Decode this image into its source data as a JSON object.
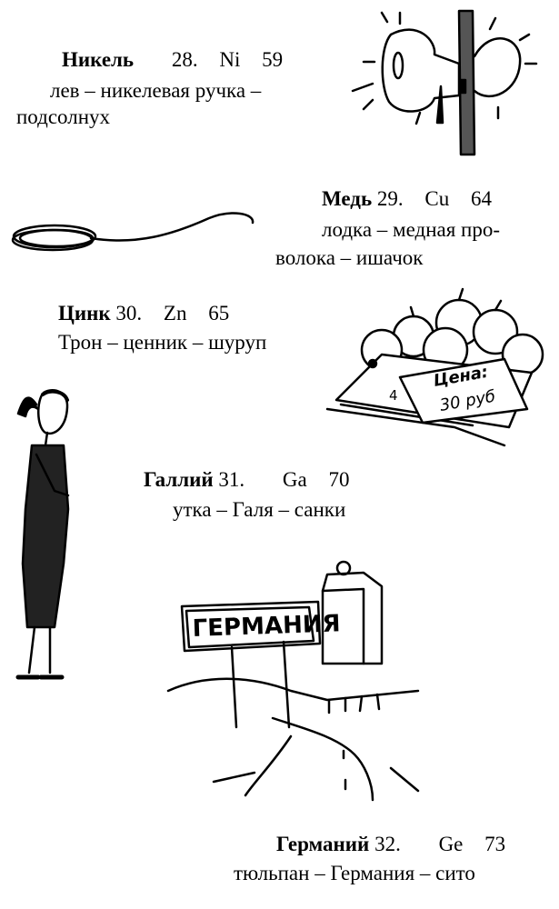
{
  "entries": [
    {
      "name": "Никель",
      "number": "28.",
      "symbol": "Ni",
      "mass": "59",
      "mnemonic_1": "лев – никелевая ручка –",
      "mnemonic_2": "подсолнух"
    },
    {
      "name": "Медь",
      "number": "29.",
      "symbol": "Cu",
      "mass": "64",
      "mnemonic_1": "лодка – медная про-",
      "mnemonic_2": "волока – ишачок"
    },
    {
      "name": "Цинк",
      "number": "30.",
      "symbol": "Zn",
      "mass": "65",
      "mnemonic_1": "Трон – ценник – шуруп"
    },
    {
      "name": "Галлий",
      "number": "31.",
      "symbol": "Ga",
      "mass": "70",
      "mnemonic_1": "утка – Галя – санки"
    },
    {
      "name": "Германий",
      "number": "32.",
      "symbol": "Ge",
      "mass": "73",
      "mnemonic_1": "тюльпан – Германия – сито"
    }
  ],
  "illustrations": {
    "price_tag_line1": "Цена:",
    "price_tag_line2": "30 руб",
    "price_tag_corner": "4",
    "road_sign": "ГЕРМАНИЯ"
  }
}
